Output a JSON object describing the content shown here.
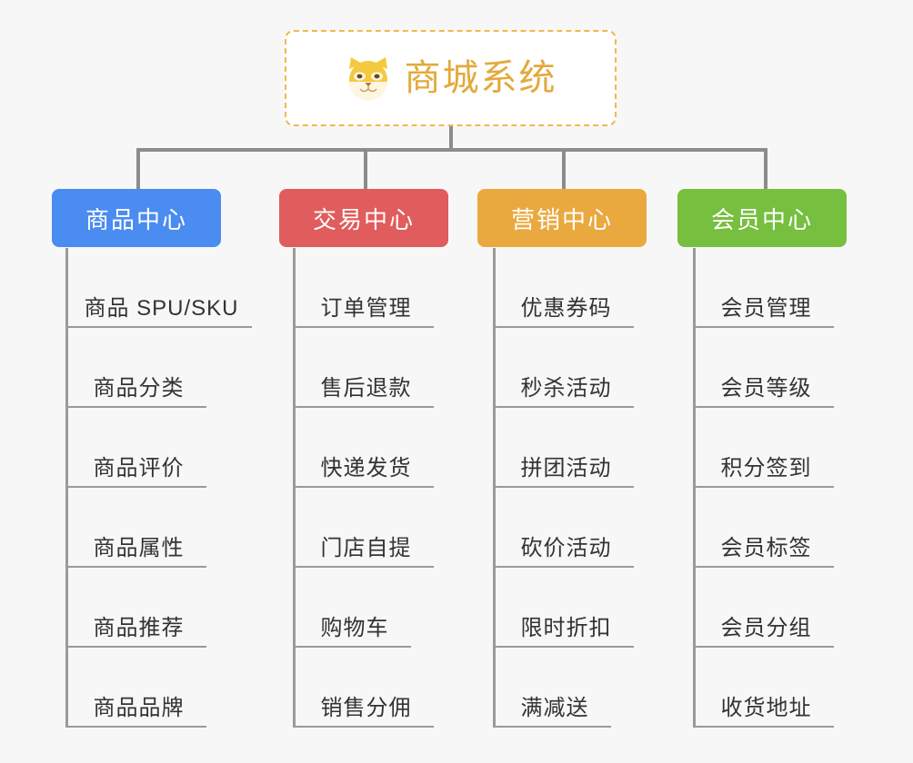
{
  "page": {
    "background_color": "#f7f7f7",
    "line_color": "#8c8c8c",
    "leaf_line_color": "#9a9a9a",
    "leaf_text_color": "#333333"
  },
  "root": {
    "title": "商城系统",
    "icon": "shiba-dog-face-icon",
    "title_color": "#e3a93c",
    "border_color": "#f0b94a",
    "background_color": "#ffffff"
  },
  "columns": [
    {
      "id": "product-center",
      "label": "商品中心",
      "color": "#4a8cf0",
      "items": [
        "商品 SPU/SKU",
        "商品分类",
        "商品评价",
        "商品属性",
        "商品推荐",
        "商品品牌"
      ]
    },
    {
      "id": "trade-center",
      "label": "交易中心",
      "color": "#e15c5c",
      "items": [
        "订单管理",
        "售后退款",
        "快递发货",
        "门店自提",
        "购物车",
        "销售分佣"
      ]
    },
    {
      "id": "marketing-center",
      "label": "营销中心",
      "color": "#eaa93f",
      "items": [
        "优惠券码",
        "秒杀活动",
        "拼团活动",
        "砍价活动",
        "限时折扣",
        "满减送"
      ]
    },
    {
      "id": "member-center",
      "label": "会员中心",
      "color": "#76bf3f",
      "items": [
        "会员管理",
        "会员等级",
        "积分签到",
        "会员标签",
        "会员分组",
        "收货地址"
      ]
    }
  ]
}
